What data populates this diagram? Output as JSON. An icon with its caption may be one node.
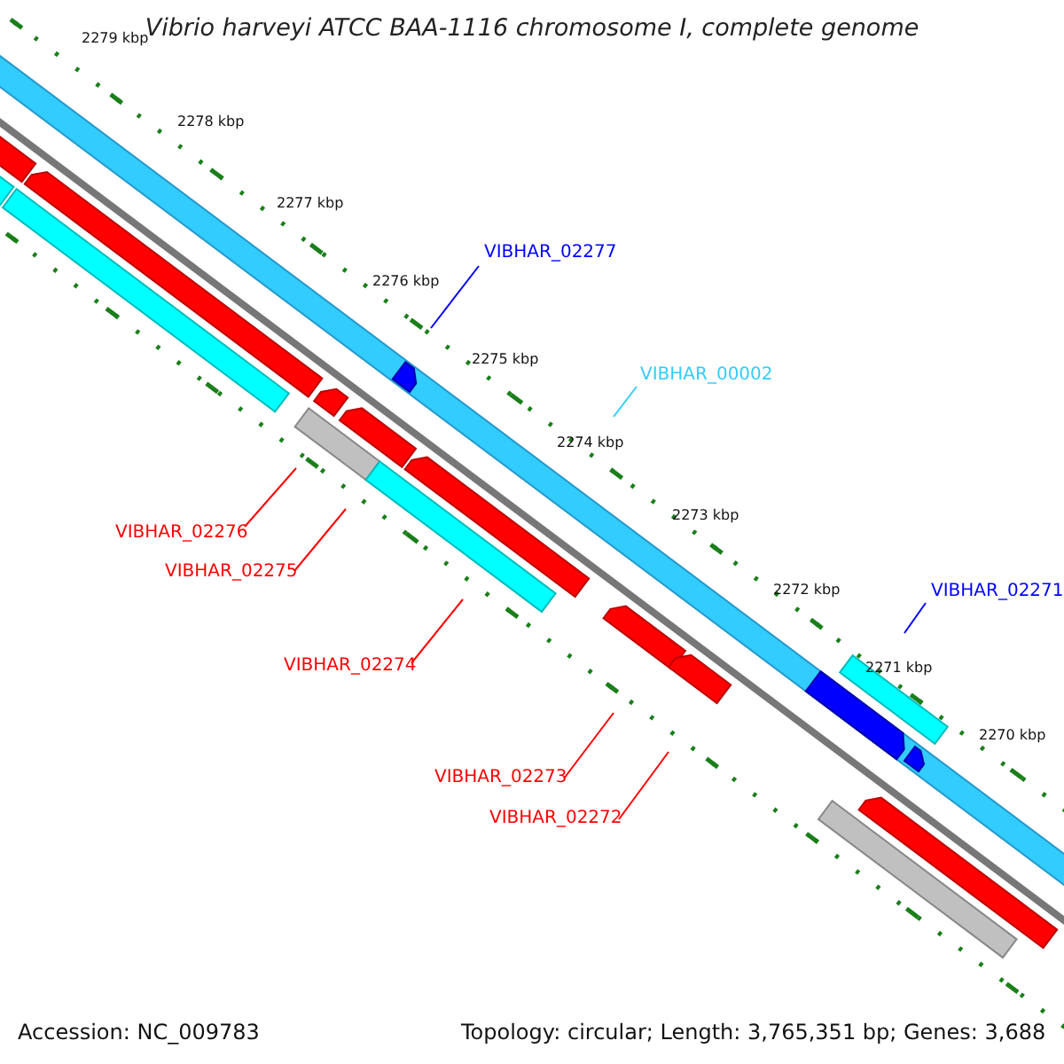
{
  "diagram": {
    "title": "Vibrio harveyi ATCC BAA-1116 chromosome I, complete genome",
    "nodes": [
      {
        "text": [
          "VIBHAR_02277"
        ]
      },
      {
        "text": [
          "VIBHAR_00002"
        ]
      },
      {
        "text": [
          "VIBHAR_02276"
        ]
      },
      {
        "text": [
          "VIBHAR_02275"
        ]
      },
      {
        "text": [
          "VIBHAR_02274"
        ]
      },
      {
        "text": [
          "VIBHAR_02271"
        ]
      },
      {
        "text": [
          "VIBHAR_02273"
        ]
      },
      {
        "text": [
          "VIBHAR_02272"
        ]
      }
    ],
    "edges": [
      {
        "from": 0,
        "to": null,
        "arrow": "none",
        "color": "#0000ff"
      },
      {
        "from": 1,
        "to": null,
        "arrow": "none",
        "color": "#33ccff"
      },
      {
        "from": 2,
        "to": null,
        "arrow": "none"
      },
      {
        "from": 3,
        "to": null,
        "arrow": "none"
      },
      {
        "from": 4,
        "to": null,
        "arrow": "none"
      },
      {
        "from": 5,
        "to": null,
        "arrow": "none",
        "color": "#0000ff"
      },
      {
        "from": 6,
        "to": null,
        "arrow": "none"
      },
      {
        "from": 7,
        "to": null,
        "arrow": "none"
      }
    ],
    "labels": [
      "2279 kbp",
      "2278 kbp",
      "2277 kbp",
      "2276 kbp",
      "2275 kbp",
      "2274 kbp",
      "2273 kbp",
      "2272 kbp",
      "2271 kbp",
      "2270 kbp",
      "Accession: NC_009783",
      "Topology: circular; Length: 3,765,351 bp; Genes: 3,688"
    ]
  }
}
